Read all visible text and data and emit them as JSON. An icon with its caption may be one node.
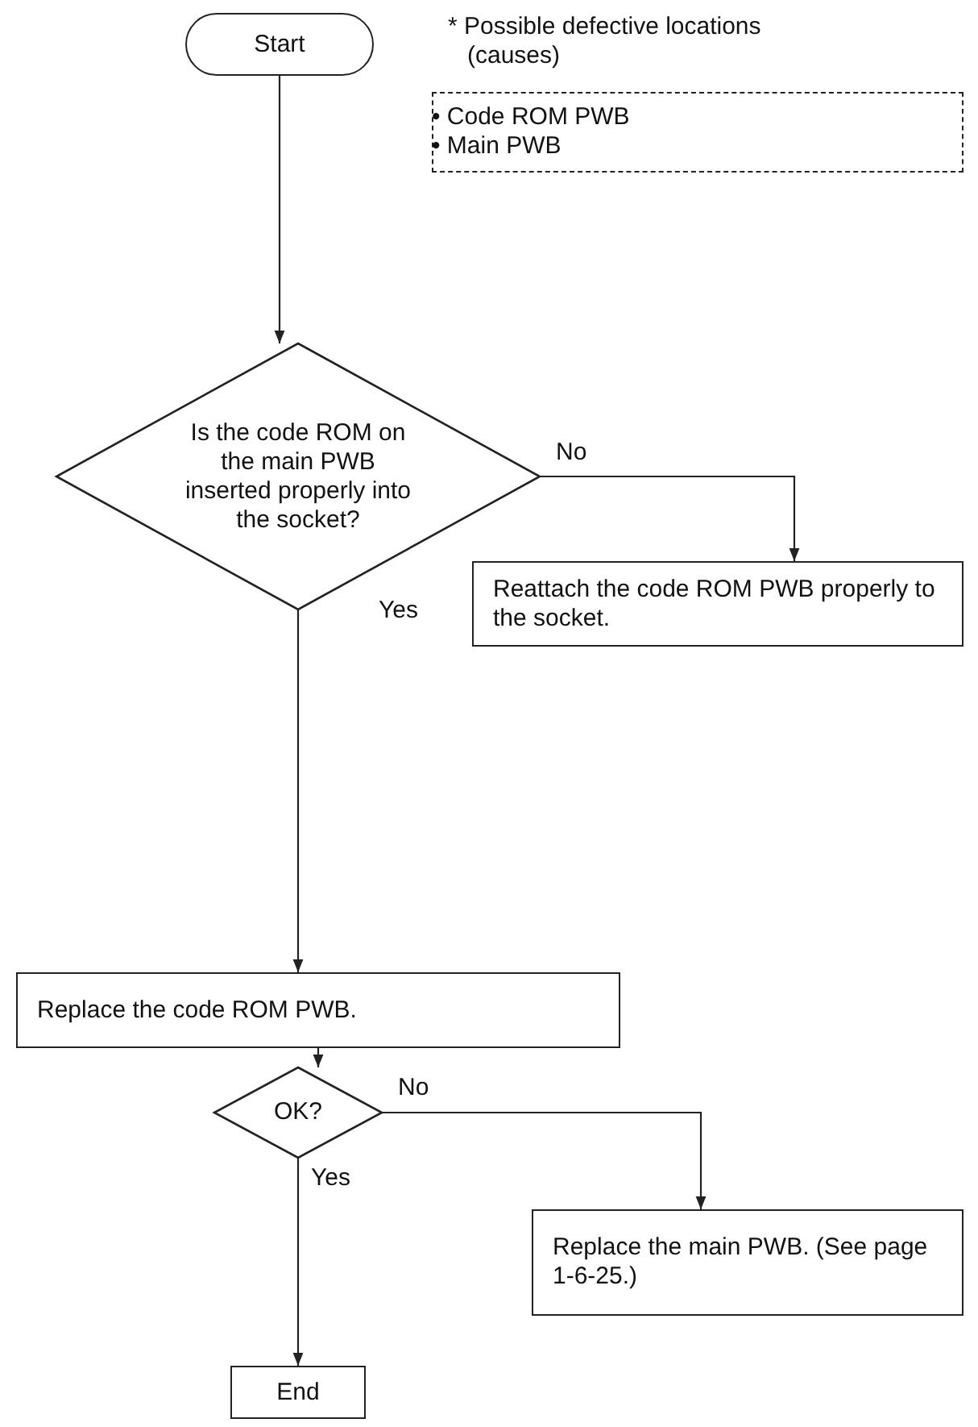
{
  "diagram": {
    "nodes": [
      {
        "text": [
          "Start"
        ]
      },
      {
        "text": [
          "* Possible defective locations (causes)",
          "• Code ROM PWB",
          "• Main PWB"
        ]
      },
      {
        "text": [
          "Is the code ROM on the main PWB inserted properly into the socket?"
        ]
      },
      {
        "text": [
          "Reattach the code ROM PWB properly to the socket."
        ]
      },
      {
        "text": [
          "Replace the code ROM PWB."
        ]
      },
      {
        "text": [
          "OK?"
        ]
      },
      {
        "text": [
          "Replace the main PWB. (See page 1-6-25.)"
        ]
      },
      {
        "text": [
          "End"
        ]
      }
    ],
    "edges": [
      {
        "from": 0,
        "to": 2,
        "arrow": "to"
      },
      {
        "from": 2,
        "to": 3,
        "arrow": "to",
        "label": "No"
      },
      {
        "from": 2,
        "to": 4,
        "arrow": "to",
        "label": "Yes"
      },
      {
        "from": 4,
        "to": 5,
        "arrow": "to"
      },
      {
        "from": 5,
        "to": 6,
        "arrow": "to",
        "label": "No"
      },
      {
        "from": 5,
        "to": 7,
        "arrow": "to",
        "label": "Yes"
      }
    ]
  }
}
